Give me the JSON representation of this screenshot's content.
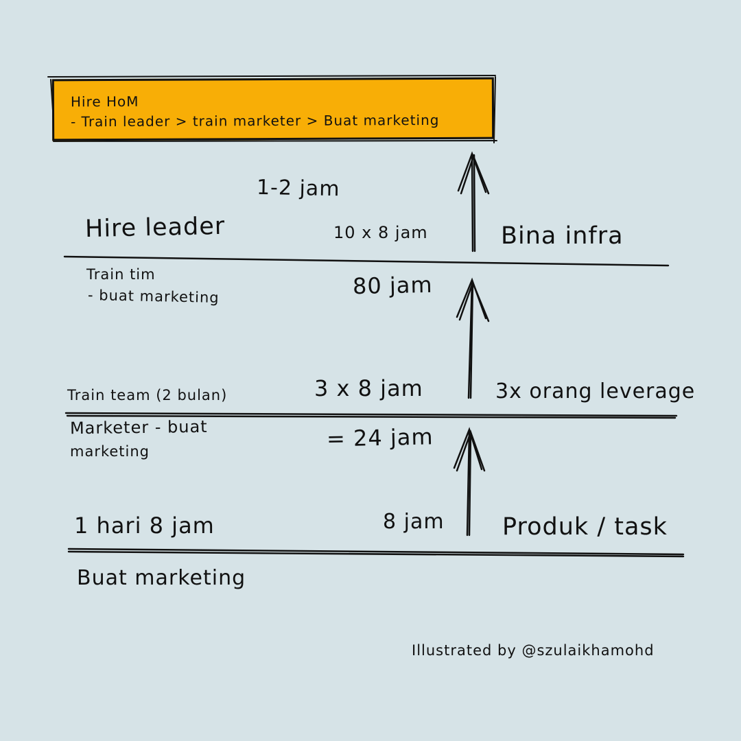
{
  "top_box": {
    "line1": "Hire HoM",
    "line2": "- Train leader > train marketer > Buat marketing"
  },
  "level3": {
    "hours_top": "1-2 jam",
    "title": "Hire leader",
    "hours": "10 x 8 jam",
    "right_label": "Bina infra"
  },
  "level2": {
    "desc_line1": "Train tim",
    "desc_line2": "- buat marketing",
    "total": "80 jam",
    "title": "Train team (2 bulan)",
    "hours": "3 x 8 jam",
    "right_label": "3x orang leverage"
  },
  "level1": {
    "desc_line1": "Marketer - buat",
    "desc_line2": "marketing",
    "total": "= 24 jam",
    "title": "1 hari 8 jam",
    "hours": "8 jam",
    "right_label": "Produk / task"
  },
  "base": {
    "label": "Buat marketing"
  },
  "credit": "Illustrated by @szulaikhamohd",
  "colors": {
    "background": "#d6e3e7",
    "box_fill": "#f8ae06",
    "ink": "#111111"
  }
}
